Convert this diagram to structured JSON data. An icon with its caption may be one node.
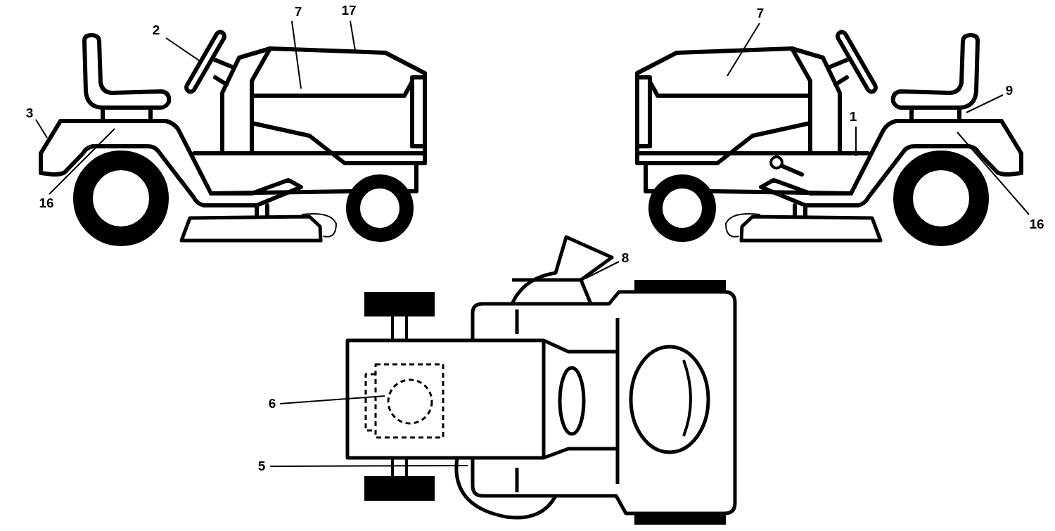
{
  "diagram": {
    "nodes": [
      {
        "text": [
          "2"
        ]
      },
      {
        "text": [
          "7"
        ]
      },
      {
        "text": [
          "17"
        ]
      },
      {
        "text": [
          "3"
        ]
      },
      {
        "text": [
          "16"
        ]
      },
      {
        "text": [
          "7"
        ]
      },
      {
        "text": [
          "9"
        ]
      },
      {
        "text": [
          "1"
        ]
      },
      {
        "text": [
          "16"
        ]
      },
      {
        "text": [
          "8"
        ]
      },
      {
        "text": [
          "6"
        ]
      },
      {
        "text": [
          "5"
        ]
      }
    ],
    "edges": [
      {
        "from": 0,
        "to": null,
        "arrow": "none"
      },
      {
        "from": 1,
        "to": null,
        "arrow": "none"
      },
      {
        "from": 2,
        "to": null,
        "arrow": "none"
      },
      {
        "from": 3,
        "to": null,
        "arrow": "none"
      },
      {
        "from": 4,
        "to": null,
        "arrow": "none"
      },
      {
        "from": 5,
        "to": null,
        "arrow": "none"
      },
      {
        "from": 6,
        "to": null,
        "arrow": "none"
      },
      {
        "from": 7,
        "to": null,
        "arrow": "none"
      },
      {
        "from": 8,
        "to": null,
        "arrow": "none"
      },
      {
        "from": 9,
        "to": null,
        "arrow": "none"
      },
      {
        "from": 10,
        "to": null,
        "arrow": "none"
      },
      {
        "from": 11,
        "to": null,
        "arrow": "none"
      }
    ]
  }
}
